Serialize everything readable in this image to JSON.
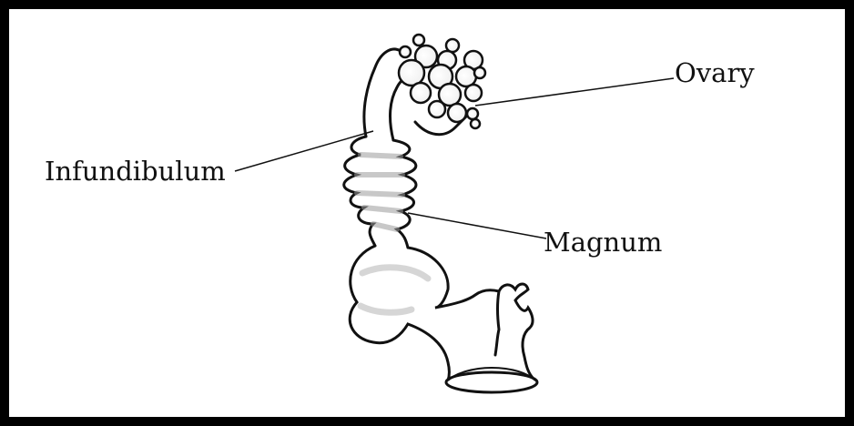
{
  "diagram": {
    "labels": {
      "ovary": "Ovary",
      "infundibulum": "Infundibulum",
      "magnum": "Magnum"
    },
    "colors": {
      "border": "#000000",
      "ink": "#111111",
      "shading": "#888888",
      "background": "#ffffff"
    }
  }
}
